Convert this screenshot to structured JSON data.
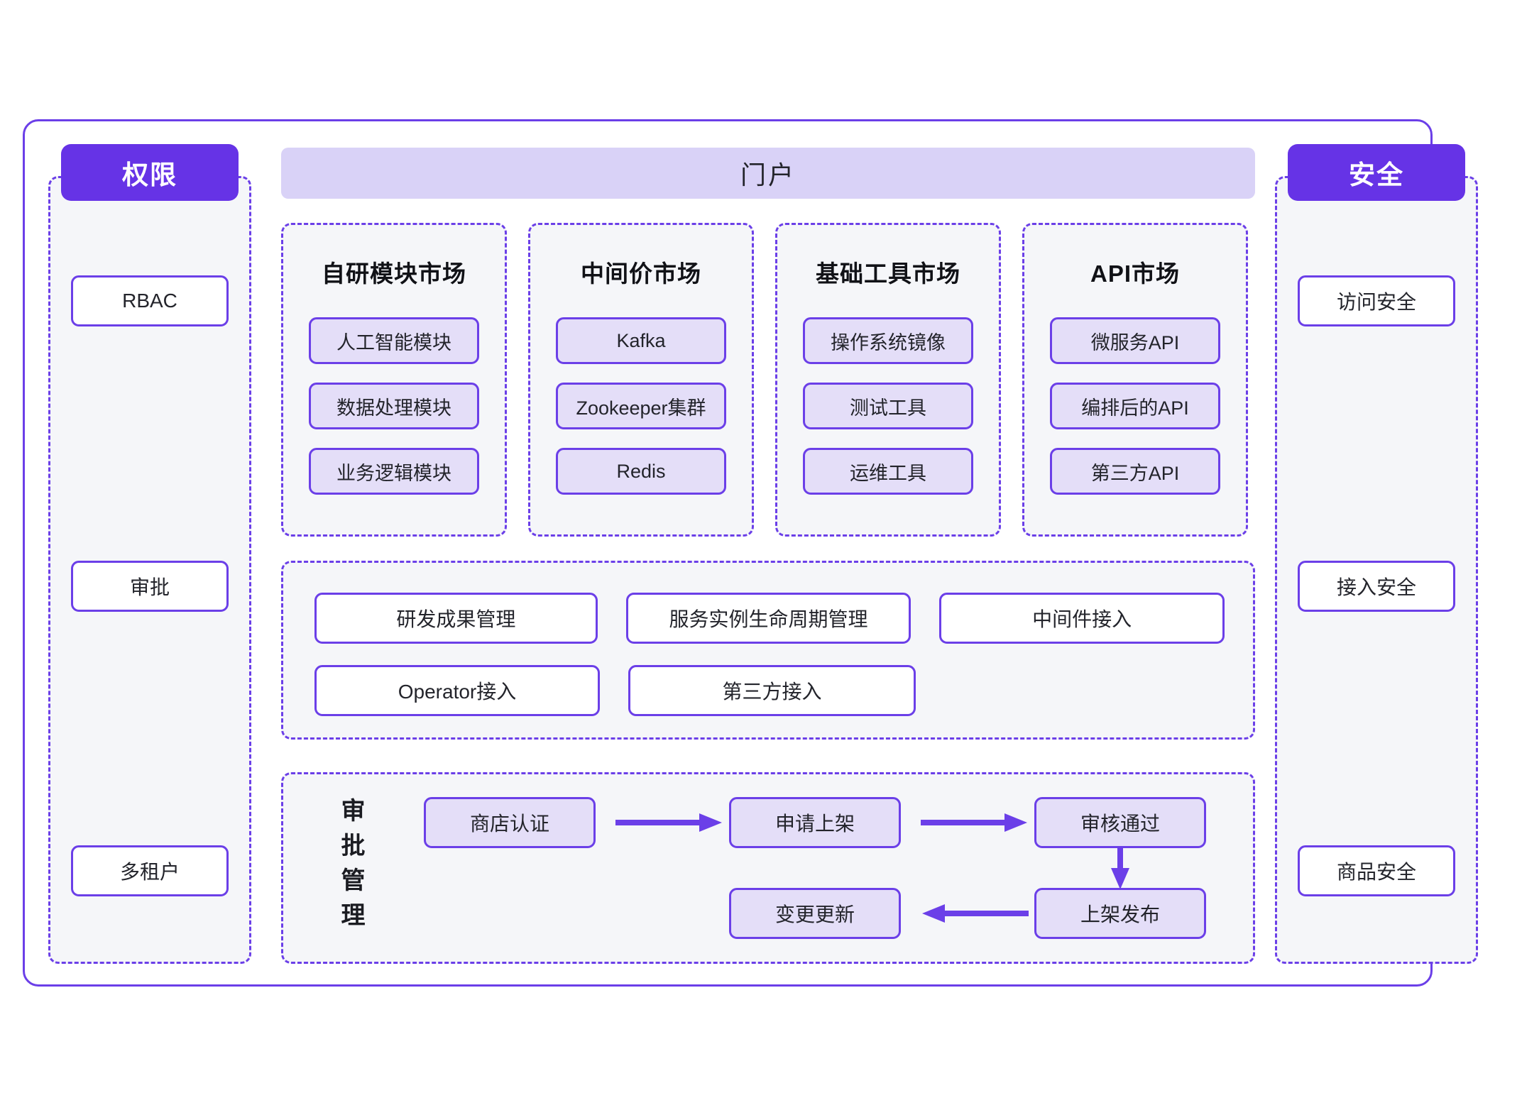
{
  "diagram": {
    "portal": {
      "title": "门户"
    },
    "permission_panel": {
      "header": "权限",
      "items": [
        {
          "label": "RBAC"
        },
        {
          "label": "审批"
        },
        {
          "label": "多租户"
        }
      ]
    },
    "security_panel": {
      "header": "安全",
      "items": [
        {
          "label": "访问安全"
        },
        {
          "label": "接入安全"
        },
        {
          "label": "商品安全"
        }
      ]
    },
    "markets": [
      {
        "title": "自研模块市场",
        "items": [
          "人工智能模块",
          "数据处理模块",
          "业务逻辑模块"
        ]
      },
      {
        "title": "中间价市场",
        "items": [
          "Kafka",
          "Zookeeper集群",
          "Redis"
        ]
      },
      {
        "title": "基础工具市场",
        "items": [
          "操作系统镜像",
          "测试工具",
          "运维工具"
        ]
      },
      {
        "title": "API市场",
        "items": [
          "微服务API",
          "编排后的API",
          "第三方API"
        ]
      }
    ],
    "capabilities": {
      "row1": [
        "研发成果管理",
        "服务实例生命周期管理",
        "中间件接入"
      ],
      "row2": [
        "Operator接入",
        "第三方接入"
      ]
    },
    "workflow": {
      "label": "审批管理",
      "nodes": [
        {
          "label": "商店认证"
        },
        {
          "label": "申请上架"
        },
        {
          "label": "审核通过"
        },
        {
          "label": "上架发布"
        },
        {
          "label": "变更更新"
        }
      ],
      "arrows": [
        {
          "from": "商店认证",
          "to": "申请上架",
          "direction": "right"
        },
        {
          "from": "申请上架",
          "to": "审核通过",
          "direction": "right"
        },
        {
          "from": "审核通过",
          "to": "上架发布",
          "direction": "down"
        },
        {
          "from": "上架发布",
          "to": "变更更新",
          "direction": "left"
        }
      ]
    },
    "colors": {
      "accent": "#6B3FE8",
      "header_fill": "#6633E6",
      "portal_fill": "#D9D2F7",
      "chip_fill": "#E4DEF8",
      "panel_fill": "#F5F6F9",
      "text": "#23242B"
    }
  }
}
